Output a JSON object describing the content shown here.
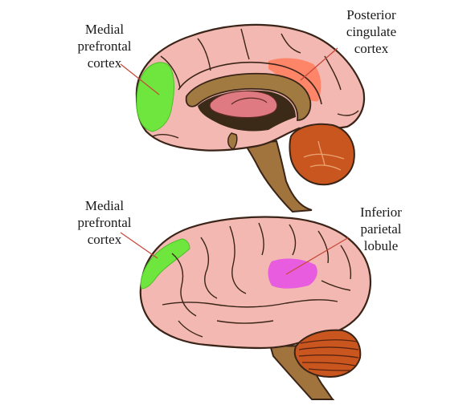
{
  "labels": {
    "top_left": [
      "Medial",
      "prefrontal",
      "cortex"
    ],
    "top_right": [
      "Posterior",
      "cingulate",
      "cortex"
    ],
    "bottom_left": [
      "Medial",
      "prefrontal",
      "cortex"
    ],
    "bottom_right": [
      "Inferior",
      "parietal",
      "lobule"
    ]
  },
  "colors": {
    "cortex": "#f2b8b1",
    "outline": "#3a2418",
    "medial_prefrontal": "#6ee63e",
    "posterior_cingulate": "#ff8060",
    "inferior_parietal": "#e85ce0",
    "cerebellum": "#c8561e",
    "brainstem": "#a0743c",
    "corpus_callosum": "#a07a40",
    "ventricle": "#3c2a18",
    "thalamus": "#e07a82",
    "leader_line": "#c84a3c"
  }
}
